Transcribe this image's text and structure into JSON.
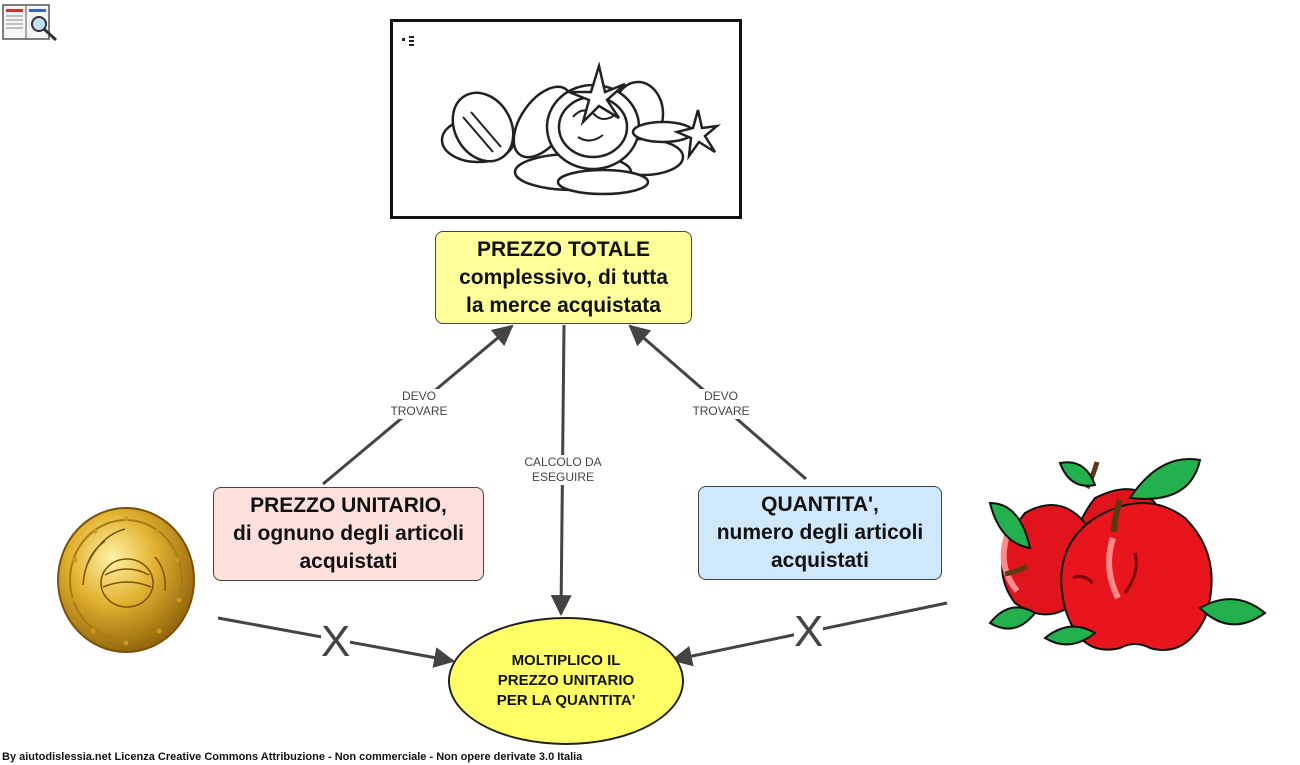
{
  "nodes": {
    "total": [
      "PREZZO TOTALE",
      "complessivo, di tutta",
      "la merce acquistata"
    ],
    "unit": [
      "PREZZO UNITARIO,",
      "di ognuno degli articoli",
      "acquistati"
    ],
    "quantity": [
      "QUANTITA',",
      "numero degli articoli",
      "acquistati"
    ],
    "multiply": [
      "MOLTIPLICO IL",
      "PREZZO UNITARIO",
      "PER LA QUANTITA'"
    ]
  },
  "edges": {
    "left_label": [
      "DEVO",
      "TROVARE"
    ],
    "right_label": [
      "DEVO",
      "TROVARE"
    ],
    "center_label": [
      "CALCOLO DA",
      "ESEGUIRE"
    ],
    "times_symbol": "X"
  },
  "icons": {
    "logo": "book-magnifier-logo-icon",
    "coins": "coins-pile-illustration",
    "coin": "euro-coin-illustration",
    "apples": "red-apples-illustration"
  },
  "colors": {
    "total_fill": "#ffff99",
    "unit_fill": "#fde0dc",
    "quantity_fill": "#cfe8fc",
    "multiply_fill": "#ffff66",
    "edge": "#444444"
  },
  "footer": "By aiutodislessia.net Licenza Creative Commons Attribuzione - Non commerciale - Non opere derivate 3.0 Italia"
}
